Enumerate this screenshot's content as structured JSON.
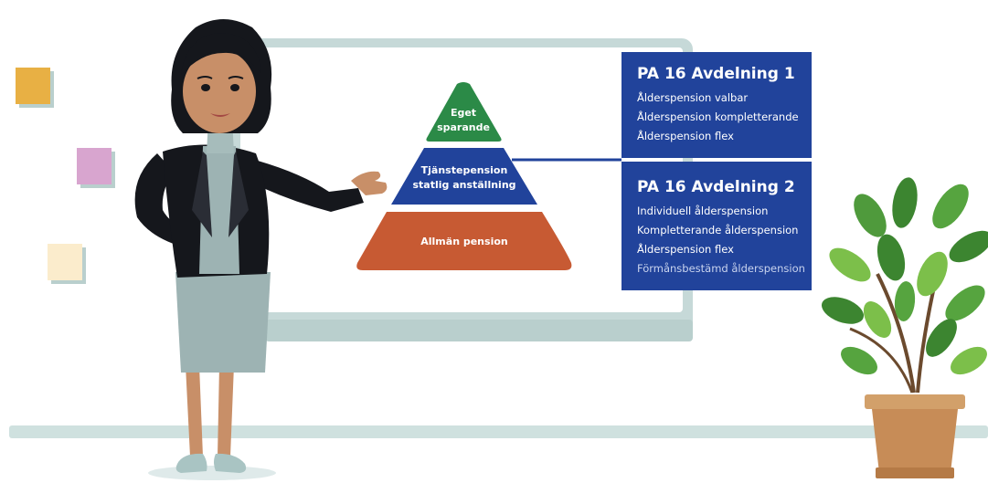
{
  "pyramid": {
    "top": {
      "line1": "Eget",
      "line2": "sparande",
      "color": "#2b8a47"
    },
    "middle": {
      "line1": "Tjänstepension",
      "line2": "statlig anställning",
      "color": "#21439b"
    },
    "bottom": {
      "label": "Allmän pension",
      "color": "#c75a33"
    }
  },
  "box1": {
    "title": "PA 16 Avdelning 1",
    "items": [
      "Ålderspension valbar",
      "Ålderspension kompletterande",
      "Ålderspension flex"
    ]
  },
  "box2": {
    "title": "PA 16 Avdelning 2",
    "items": [
      "Individuell ålderspension",
      "Kompletterande ålderspension",
      "Ålderspension flex",
      "Förmånsbestämd ålderspension"
    ]
  },
  "colors": {
    "box": "#21439b",
    "board_frame": "#c6d9d8",
    "floor": "#cfe1df"
  },
  "icons": [
    "woman-presenter-illustration",
    "potted-plant-illustration",
    "sticky-note-icon"
  ]
}
